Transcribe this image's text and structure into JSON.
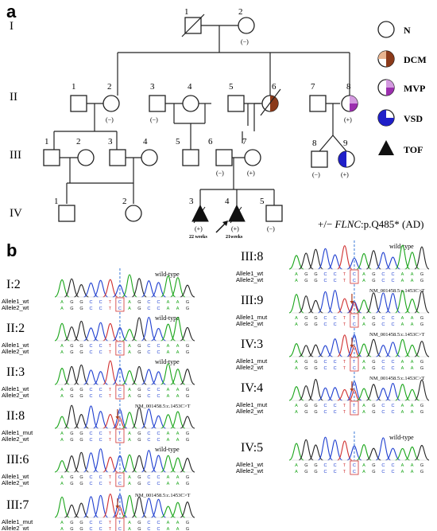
{
  "panel_a": {
    "label": "a",
    "generations": [
      "I",
      "II",
      "III",
      "IV"
    ],
    "legend": [
      {
        "key": "N",
        "symbol": "circle-normal"
      },
      {
        "key": "DCM",
        "symbol": "circle-dcm",
        "color": "#8b3a1a"
      },
      {
        "key": "MVP",
        "symbol": "circle-mvp",
        "color": "#9b2fae"
      },
      {
        "key": "VSD",
        "symbol": "circle-vsd",
        "color": "#1f1fc8"
      },
      {
        "key": "TOF",
        "symbol": "triangle-filled"
      }
    ],
    "variant_note_prefix": "+/− ",
    "variant_gene": "FLNC",
    "variant_rest": ":p.Q485* (AD)",
    "individuals": {
      "I1": {
        "num": "1",
        "status": ""
      },
      "I2": {
        "num": "2",
        "status": "(−)"
      },
      "II1": {
        "num": "1",
        "status": ""
      },
      "II2": {
        "num": "2",
        "status": "(−)"
      },
      "II3": {
        "num": "3",
        "status": "(−)"
      },
      "II4": {
        "num": "4",
        "status": ""
      },
      "II5": {
        "num": "5",
        "status": ""
      },
      "II6": {
        "num": "6",
        "status": ""
      },
      "II7": {
        "num": "7",
        "status": ""
      },
      "II8": {
        "num": "8",
        "status": "(+)"
      },
      "III1": {
        "num": "1",
        "status": ""
      },
      "III2": {
        "num": "2",
        "status": ""
      },
      "III3": {
        "num": "3",
        "status": ""
      },
      "III4": {
        "num": "4",
        "status": ""
      },
      "III5": {
        "num": "5",
        "status": ""
      },
      "III6": {
        "num": "6",
        "status": "(−)"
      },
      "III7": {
        "num": "7",
        "status": "(+)"
      },
      "III8": {
        "num": "8",
        "status": "(−)"
      },
      "III9": {
        "num": "9",
        "status": "(+)"
      },
      "IV1": {
        "num": "1",
        "status": ""
      },
      "IV2": {
        "num": "2",
        "status": ""
      },
      "IV3": {
        "num": "3",
        "status": "(+)",
        "note": "22 weeks"
      },
      "IV4": {
        "num": "4",
        "status": "(+)",
        "note": "21weeks"
      },
      "IV5": {
        "num": "5",
        "status": "(−)"
      }
    }
  },
  "panel_b": {
    "label": "b",
    "sequence": [
      "A",
      "G",
      "G",
      "C",
      "C",
      "T",
      "C",
      "A",
      "G",
      "C",
      "C",
      "A",
      "A",
      "G"
    ],
    "traces": [
      {
        "id": "I:2",
        "annotation": "wild-type",
        "allele1": "Allele1_wt",
        "allele2": "Allele2_wt",
        "mutant": false
      },
      {
        "id": "II:2",
        "annotation": "wild-type",
        "allele1": "Allele1_wt",
        "allele2": "Allele2_wt",
        "mutant": false
      },
      {
        "id": "II:3",
        "annotation": "wild-type",
        "allele1": "Allele1_wt",
        "allele2": "Allele2_wt",
        "mutant": false
      },
      {
        "id": "II:8",
        "annotation": "NM_001458.5:c.1453C>T",
        "allele1": "Allele1_mut",
        "allele2": "Allele2_wt",
        "mutant": true
      },
      {
        "id": "III:6",
        "annotation": "wild-type",
        "allele1": "Allele1_wt",
        "allele2": "Allele2_wt",
        "mutant": false
      },
      {
        "id": "III:7",
        "annotation": "NM_001458.5:c.1453C>T",
        "allele1": "Allele1_mut",
        "allele2": "Allele2_wt",
        "mutant": true
      },
      {
        "id": "III:8",
        "annotation": "wild-type",
        "allele1": "Allele1_wt",
        "allele2": "Allele2_wt",
        "mutant": false
      },
      {
        "id": "III:9",
        "annotation": "NM_001458.5:c.1453C>T",
        "allele1": "Allele1_mut",
        "allele2": "Allele2_wt",
        "mutant": true
      },
      {
        "id": "IV:3",
        "annotation": "NM_001458.5:c.1453C>T",
        "allele1": "Allele1_mut",
        "allele2": "Allele2_wt",
        "mutant": true
      },
      {
        "id": "IV:4",
        "annotation": "NM_001458.5:c.1453C>T",
        "allele1": "Allele1_mut",
        "allele2": "Allele2_wt",
        "mutant": true
      },
      {
        "id": "IV:5",
        "annotation": "wild-type",
        "allele1": "Allele1_wt",
        "allele2": "Allele2_wt",
        "mutant": false
      }
    ],
    "trace_colors": {
      "A": "#1aa51a",
      "G": "#222222",
      "C": "#1f3fd0",
      "T": "#d03030"
    },
    "highlight_color": "#d03030",
    "guide_color": "#3a78d8"
  }
}
